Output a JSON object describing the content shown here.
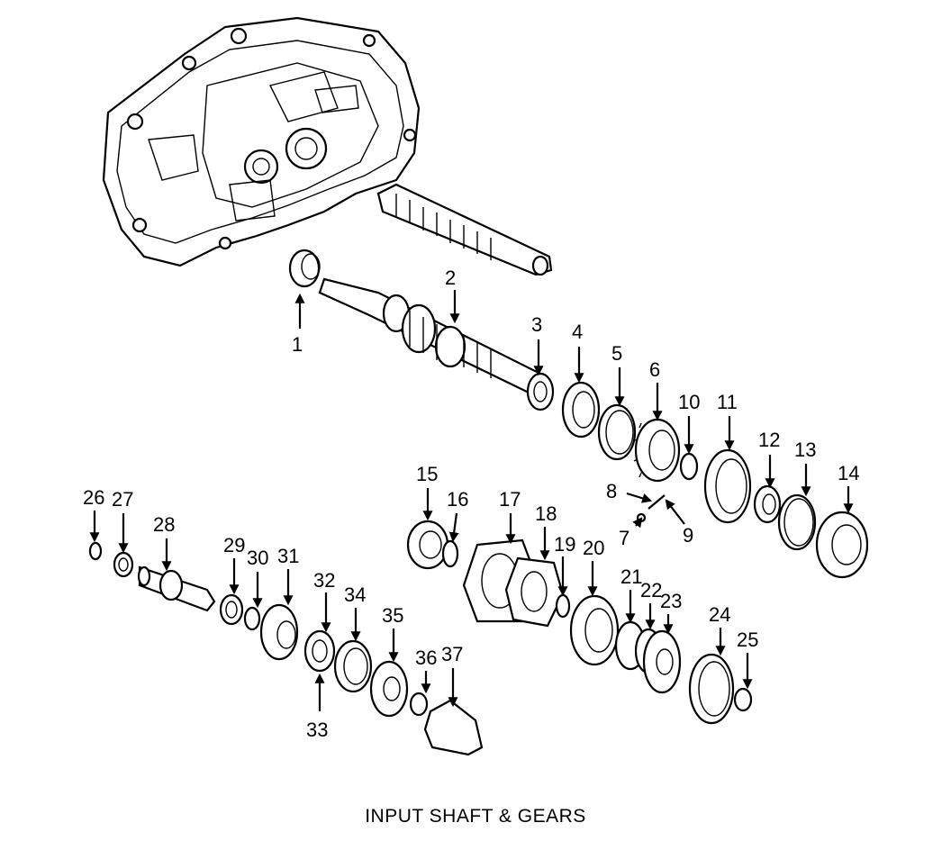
{
  "caption": "INPUT SHAFT & GEARS",
  "callouts": [
    "1",
    "2",
    "3",
    "4",
    "5",
    "6",
    "7",
    "8",
    "9",
    "10",
    "11",
    "12",
    "13",
    "14",
    "15",
    "16",
    "17",
    "18",
    "19",
    "20",
    "21",
    "22",
    "23",
    "24",
    "25",
    "26",
    "27",
    "28",
    "29",
    "30",
    "31",
    "32",
    "33",
    "34",
    "35",
    "36",
    "37"
  ]
}
